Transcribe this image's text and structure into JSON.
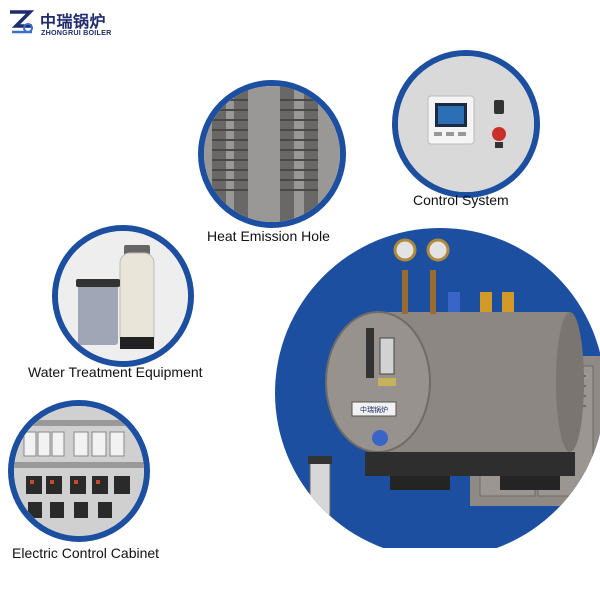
{
  "brand": {
    "name_cn": "中瑞锅炉",
    "name_en": "ZHONGRUI BOILER",
    "color": "#1f2c6b"
  },
  "features": {
    "control_system": "Control System",
    "heat_emission_hole": "Heat Emission Hole",
    "water_treatment": "Water Treatment Equipment",
    "electric_cabinet": "Electric Control Cabinet"
  },
  "colors": {
    "circle_border": "#1d4fa0",
    "boiler_body": "#8c8782"
  },
  "boiler_plate_text": "中瑞锅炉"
}
